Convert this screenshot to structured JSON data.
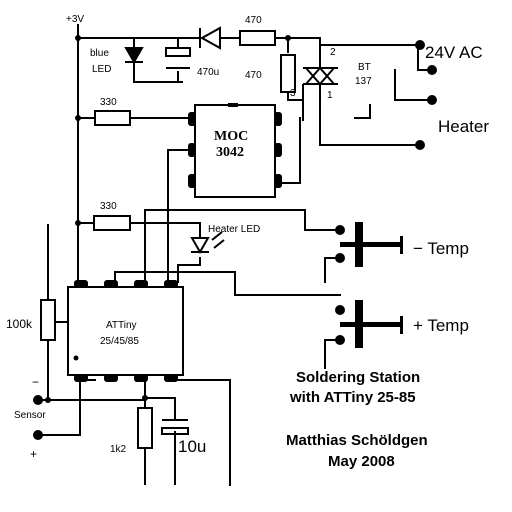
{
  "schematic": {
    "labels": {
      "vcc": "+3V",
      "blue_led_line1": "blue",
      "blue_led_line2": "LED",
      "cap_470u": "470u",
      "r_470_top": "470",
      "r_470_side": "470",
      "r_330_top": "330",
      "r_330_bottom": "330",
      "triac_pin2": "2",
      "triac_name_line1": "BT",
      "triac_name_line2": "137",
      "triac_pin3": "3",
      "triac_pin1": "1",
      "ac_supply": "24V AC",
      "heater": "Heater",
      "moc_line1": "MOC",
      "moc_line2": "3042",
      "heater_led": "Heater LED",
      "minus_temp": "− Temp",
      "plus_temp": "+ Temp",
      "pot_100k": "100k",
      "attiny_line1": "ATTiny",
      "attiny_line2": "25/45/85",
      "minus_sign": "−",
      "plus_sign": "+",
      "sensor": "Sensor",
      "r_1k2": "1k2",
      "cap_10u": "10u"
    },
    "title": {
      "line1": "Soldering Station",
      "line2": "with ATTiny 25-85",
      "author": "Matthias Schöldgen",
      "date": "May 2008"
    }
  }
}
